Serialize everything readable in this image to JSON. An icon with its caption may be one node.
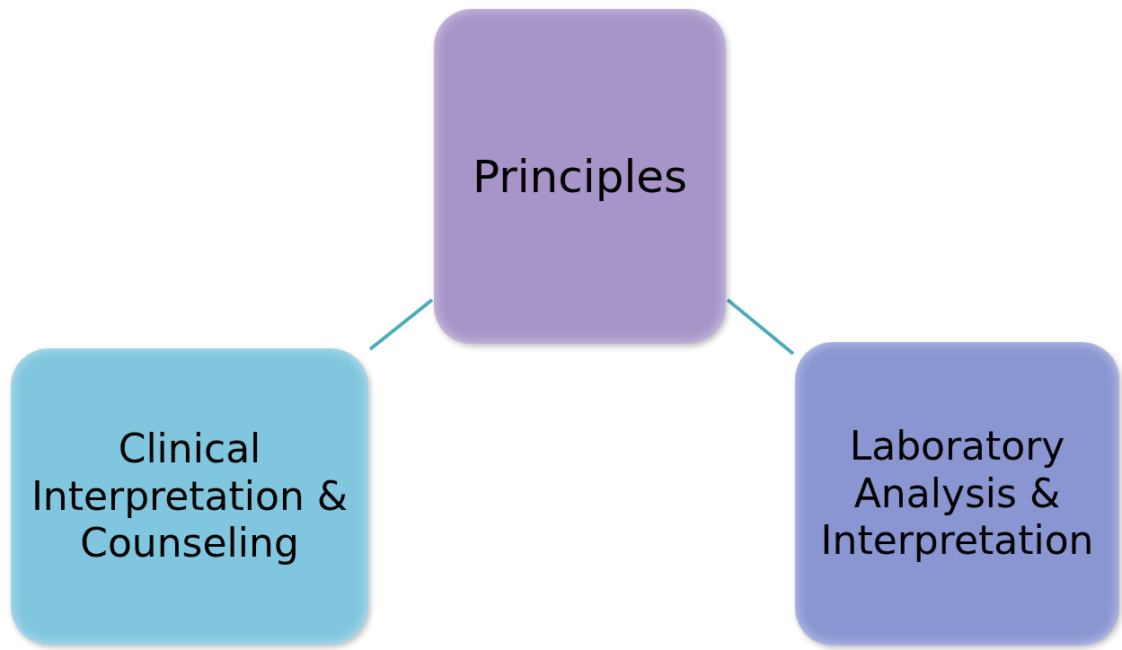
{
  "diagram": {
    "nodes": [
      {
        "text": [
          "Principles"
        ]
      },
      {
        "text": [
          "Clinical Interpretation & Counseling"
        ]
      },
      {
        "text": [
          "Laboratory Analysis & Interpretation"
        ]
      }
    ],
    "edges": [
      {
        "from": 0,
        "to": 1,
        "arrow": "none"
      },
      {
        "from": 0,
        "to": 2,
        "arrow": "none"
      }
    ]
  }
}
